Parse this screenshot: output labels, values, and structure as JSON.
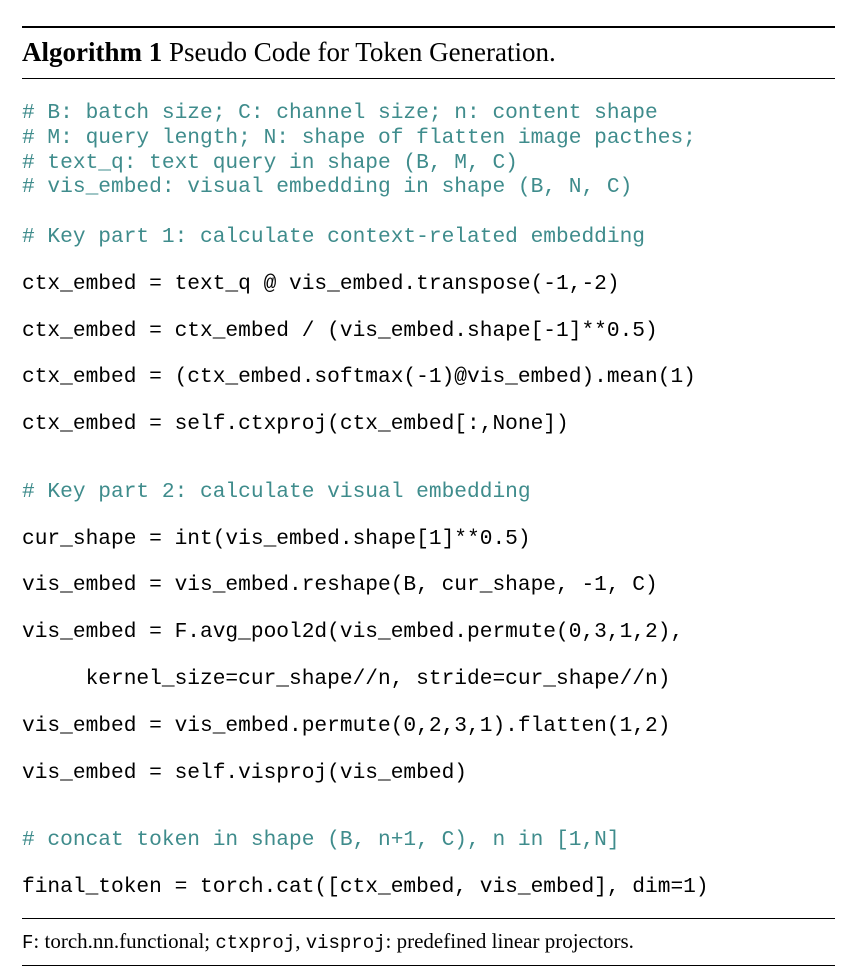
{
  "algorithm": {
    "label": "Algorithm 1",
    "caption": " Pseudo Code for Token Generation."
  },
  "code_lines": [
    {
      "text": "# B: batch size; C: channel size; n: content shape",
      "kind": "comment"
    },
    {
      "text": "# M: query length; N: shape of flatten image pacthes;",
      "kind": "comment"
    },
    {
      "text": "# text_q: text query in shape (B, M, C)",
      "kind": "comment"
    },
    {
      "text": "# vis_embed: visual embedding in shape (B, N, C)",
      "kind": "comment"
    },
    {
      "text": "",
      "kind": "blank"
    },
    {
      "text": "# Key part 1: calculate context-related embedding",
      "kind": "comment"
    },
    {
      "text": "ctx_embed = text_q @ vis_embed.transpose(-1,-2)",
      "kind": "code"
    },
    {
      "text": "ctx_embed = ctx_embed / (vis_embed.shape[-1]**0.5)",
      "kind": "code"
    },
    {
      "text": "ctx_embed = (ctx_embed.softmax(-1)@vis_embed).mean(1)",
      "kind": "code"
    },
    {
      "text": "ctx_embed = self.ctxproj(ctx_embed[:,None])",
      "kind": "code"
    },
    {
      "text": "",
      "kind": "blank"
    },
    {
      "text": "# Key part 2: calculate visual embedding",
      "kind": "comment"
    },
    {
      "text": "cur_shape = int(vis_embed.shape[1]**0.5)",
      "kind": "code"
    },
    {
      "text": "vis_embed = vis_embed.reshape(B, cur_shape, -1, C)",
      "kind": "code"
    },
    {
      "text": "vis_embed = F.avg_pool2d(vis_embed.permute(0,3,1,2),",
      "kind": "code"
    },
    {
      "text": "     kernel_size=cur_shape//n, stride=cur_shape//n)",
      "kind": "code"
    },
    {
      "text": "vis_embed = vis_embed.permute(0,2,3,1).flatten(1,2)",
      "kind": "code"
    },
    {
      "text": "vis_embed = self.visproj(vis_embed)",
      "kind": "code"
    },
    {
      "text": "",
      "kind": "blank"
    },
    {
      "text": "# concat token in shape (B, n+1, C), n in [1,N]",
      "kind": "comment"
    },
    {
      "text": "final_token = torch.cat([ctx_embed, vis_embed], dim=1)",
      "kind": "code"
    }
  ],
  "footnote": {
    "f_symbol": "F",
    "f_text": ": torch.nn.functional; ",
    "ctxproj": "ctxproj",
    "sep": ", ",
    "visproj": "visproj",
    "tail": ": predefined linear projectors."
  },
  "colors": {
    "comment": "#3f8c8c",
    "code": "#000000"
  }
}
